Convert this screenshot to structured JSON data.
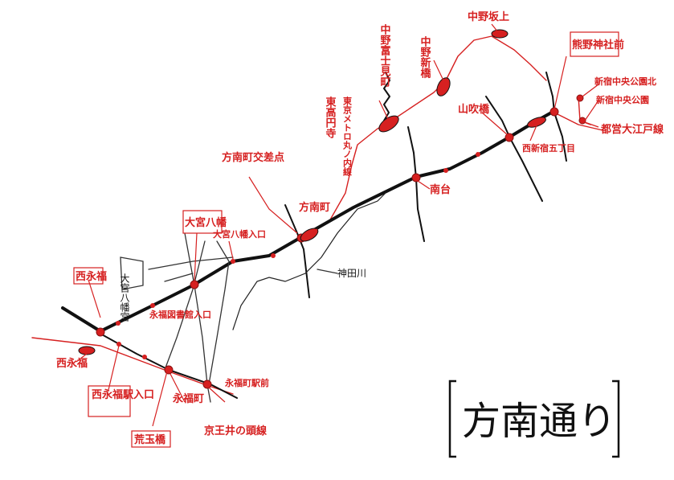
{
  "title": "方南通り",
  "labels": {
    "nishieihashi": "西永福",
    "nishieifuku_station_label": "西永福",
    "nishieifuku_station": "西永福駅入口",
    "eifuku_library": "永福図書館入口",
    "omiya_hachimangu": "大宮八幡宮",
    "omiya_hachiman": "大宮八幡",
    "omiya_hachiman_bashi": "大宮八幡入口",
    "honancho_crossing": "方南町交差点",
    "honancho": "方南町",
    "kanda_river": "神田川",
    "minamidai": "南台",
    "higashi_koenji": "東高円寺",
    "marunouchi_line": "東京メトロ丸ノ内線",
    "nakano_fujimicho": "中野富士見町",
    "nakano_shintomi": "中野新橋",
    "nakano_sakaue": "中野坂上",
    "kumano_jinja": "熊野神社前",
    "nishishinjuku_5": "西新宿五丁目",
    "oedo_line": "都営大江戸線",
    "shinjuku_chuo_park_north": "新宿中央公園北",
    "shinjuku_chuo_park": "新宿中央公園",
    "yamabushi": "山吹橋",
    "eifukucho": "永福町",
    "eifukucho_kitaguchi": "永福町駅前",
    "kono_bashi": "荒玉橋",
    "keio_inokashira": "京王井の頭線"
  }
}
